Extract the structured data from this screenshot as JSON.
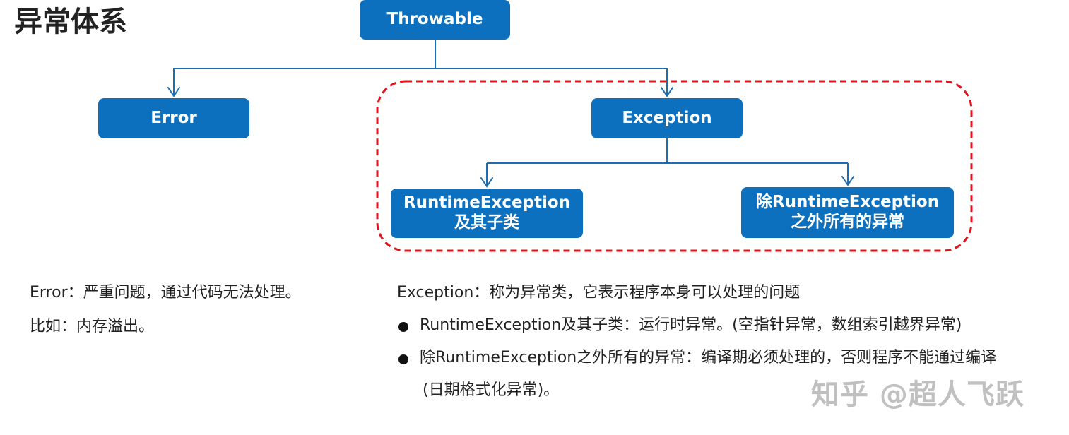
{
  "title": "异常体系",
  "nodes": {
    "throwable": [
      "Throwable"
    ],
    "error": [
      "Error"
    ],
    "exception": [
      "Exception"
    ],
    "runtime": [
      "RuntimeException",
      "及其子类"
    ],
    "non_runtime": [
      "除RuntimeException",
      "之外所有的异常"
    ]
  },
  "colors": {
    "box_fill": "#0c70bf",
    "connector": "#1a6fb4",
    "highlight_border": "#e0141e"
  },
  "descriptions": {
    "error_line1": "Error：严重问题，通过代码无法处理。",
    "error_line2": "比如：内存溢出。",
    "exception_intro": "Exception：称为异常类，它表示程序本身可以处理的问题",
    "bullet1": "RuntimeException及其子类：运行时异常。(空指针异常，数组索引越界异常)",
    "bullet2": "除RuntimeException之外所有的异常：编译期必须处理的，否则程序不能通过编译",
    "bullet2_cont": "(日期格式化异常)。"
  },
  "watermark": "知乎 @超人飞跃"
}
